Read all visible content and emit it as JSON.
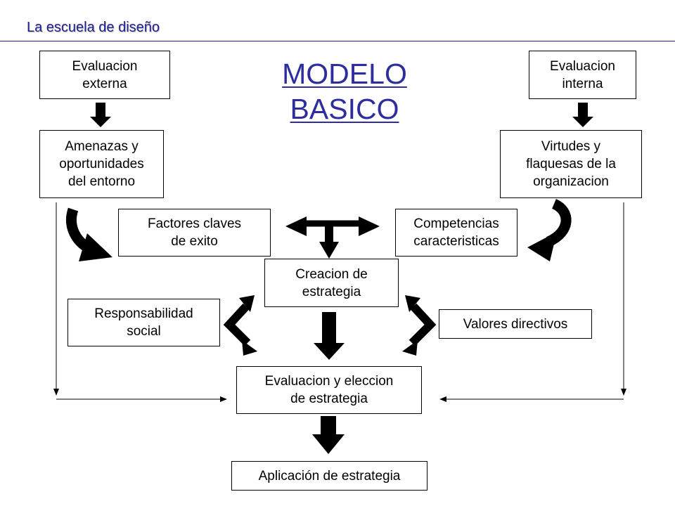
{
  "header": {
    "title": "La escuela de diseño"
  },
  "title": {
    "line1": "MODELO",
    "line2": "BASICO"
  },
  "boxes": {
    "eval_externa": [
      "Evaluacion",
      "externa"
    ],
    "eval_interna": [
      "Evaluacion",
      "interna"
    ],
    "amenazas": [
      "Amenazas y",
      "oportunidades",
      "del entorno"
    ],
    "virtudes": [
      "Virtudes y",
      "flaquesas de la",
      "organizacion"
    ],
    "factores": [
      "Factores claves",
      "de exito"
    ],
    "competencias": [
      "Competencias",
      "caracteristicas"
    ],
    "creacion": [
      "Creacion de",
      "estrategia"
    ],
    "responsabilidad": [
      "Responsabilidad",
      "social"
    ],
    "valores": [
      "Valores directivos"
    ],
    "evaluacion_eleccion": [
      "Evaluacion y eleccion",
      "de estrategia"
    ],
    "aplicacion": [
      "Aplicación de estrategia"
    ]
  }
}
